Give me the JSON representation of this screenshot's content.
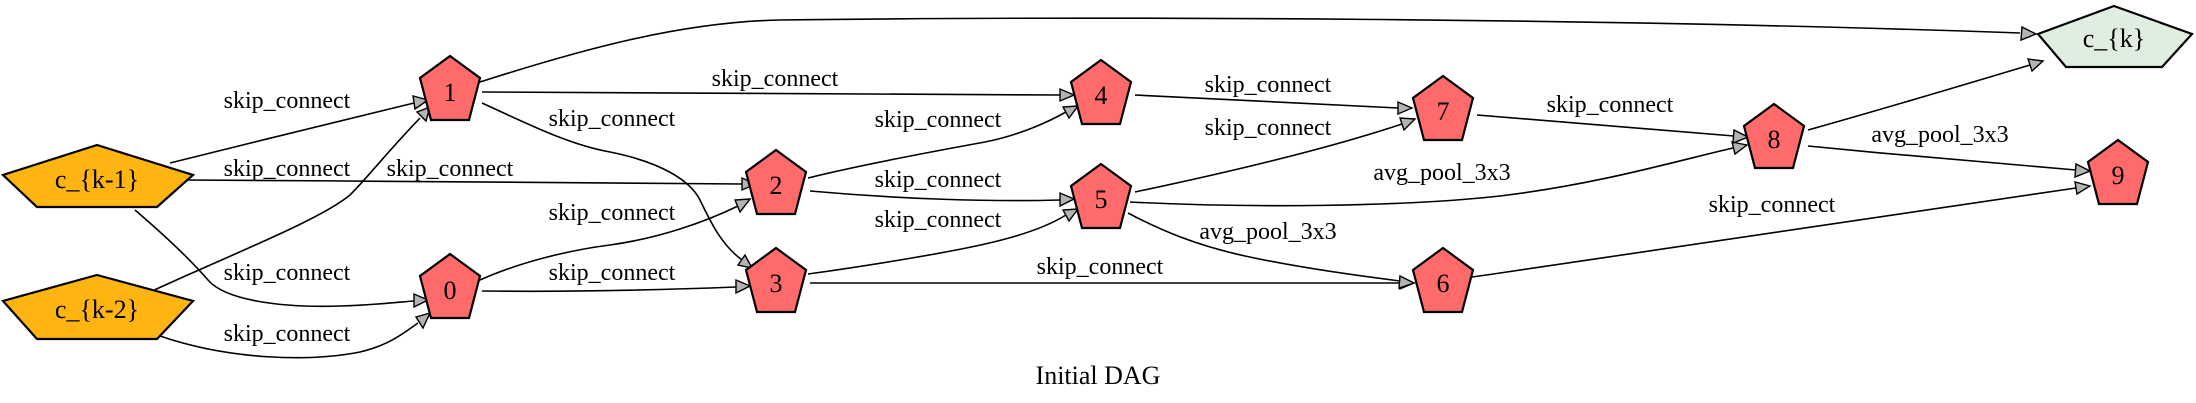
{
  "caption": "Initial DAG",
  "colors": {
    "input_node": "#FFB511",
    "intermediate_node": "#FF6B6B",
    "output_node": "#E0EEE0",
    "stroke": "#000000",
    "arrowhead": "#B3B3B3"
  },
  "nodes": {
    "ck1": {
      "label": "c_{k-1}",
      "role": "input"
    },
    "ck2": {
      "label": "c_{k-2}",
      "role": "input"
    },
    "n0": {
      "label": "0",
      "role": "intermediate"
    },
    "n1": {
      "label": "1",
      "role": "intermediate"
    },
    "n2": {
      "label": "2",
      "role": "intermediate"
    },
    "n3": {
      "label": "3",
      "role": "intermediate"
    },
    "n4": {
      "label": "4",
      "role": "intermediate"
    },
    "n5": {
      "label": "5",
      "role": "intermediate"
    },
    "n6": {
      "label": "6",
      "role": "intermediate"
    },
    "n7": {
      "label": "7",
      "role": "intermediate"
    },
    "n8": {
      "label": "8",
      "role": "intermediate"
    },
    "n9": {
      "label": "9",
      "role": "intermediate"
    },
    "ck": {
      "label": "c_{k}",
      "role": "output"
    }
  },
  "edges": [
    {
      "from": "c_{k-1}",
      "to": "1",
      "op": "skip_connect"
    },
    {
      "from": "c_{k-1}",
      "to": "2",
      "op": "skip_connect"
    },
    {
      "from": "c_{k-1}",
      "to": "0",
      "op": "skip_connect"
    },
    {
      "from": "c_{k-2}",
      "to": "1",
      "op": "skip_connect"
    },
    {
      "from": "c_{k-2}",
      "to": "0",
      "op": "skip_connect"
    },
    {
      "from": "0",
      "to": "2",
      "op": "skip_connect"
    },
    {
      "from": "0",
      "to": "3",
      "op": "skip_connect"
    },
    {
      "from": "1",
      "to": "4",
      "op": "skip_connect"
    },
    {
      "from": "1",
      "to": "3",
      "op": "skip_connect"
    },
    {
      "from": "1",
      "to": "c_{k}",
      "op": ""
    },
    {
      "from": "2",
      "to": "4",
      "op": "skip_connect"
    },
    {
      "from": "2",
      "to": "5",
      "op": "skip_connect"
    },
    {
      "from": "3",
      "to": "5",
      "op": "skip_connect"
    },
    {
      "from": "3",
      "to": "6",
      "op": "skip_connect"
    },
    {
      "from": "4",
      "to": "7",
      "op": "skip_connect"
    },
    {
      "from": "5",
      "to": "7",
      "op": "skip_connect"
    },
    {
      "from": "5",
      "to": "8",
      "op": "avg_pool_3x3"
    },
    {
      "from": "5",
      "to": "6",
      "op": "avg_pool_3x3"
    },
    {
      "from": "6",
      "to": "9",
      "op": "skip_connect"
    },
    {
      "from": "7",
      "to": "8",
      "op": "skip_connect"
    },
    {
      "from": "8",
      "to": "c_{k}",
      "op": ""
    },
    {
      "from": "8",
      "to": "9",
      "op": "avg_pool_3x3"
    }
  ]
}
